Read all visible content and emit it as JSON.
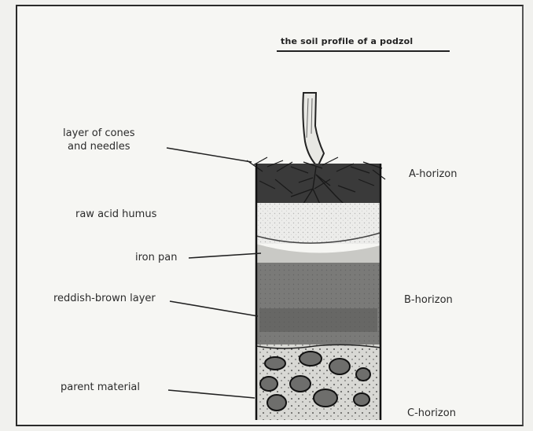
{
  "title": "the soil profile of a podzol",
  "labels": {
    "cones_line1": "layer of cones",
    "cones_line2": "and needles",
    "raw_humus": "raw acid humus",
    "iron_pan": "iron pan",
    "reddish": "reddish-brown layer",
    "parent": "parent material"
  },
  "horizons": {
    "a": "A-horizon",
    "b": "B-horizon",
    "c": "C-horizon"
  }
}
